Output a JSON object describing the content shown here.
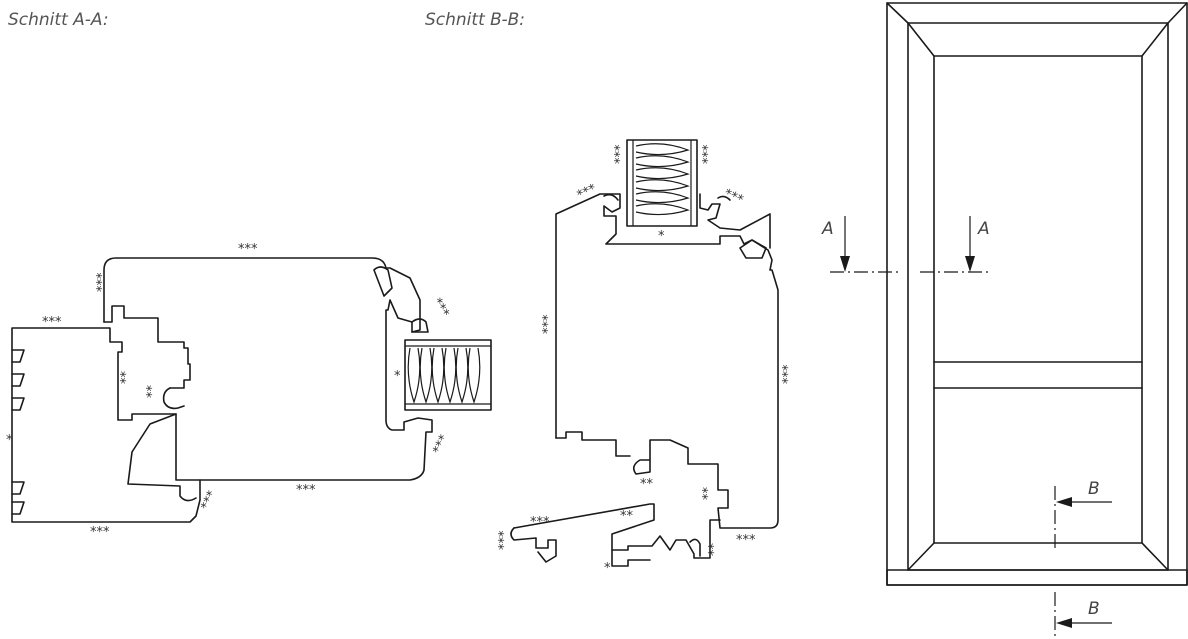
{
  "titles": {
    "section_a": "Schnitt A-A:",
    "section_b": "Schnitt B-B:"
  },
  "marks": {
    "triple": "***",
    "double": "**",
    "single": "*"
  },
  "cut_labels": {
    "a": "A",
    "b": "B"
  }
}
